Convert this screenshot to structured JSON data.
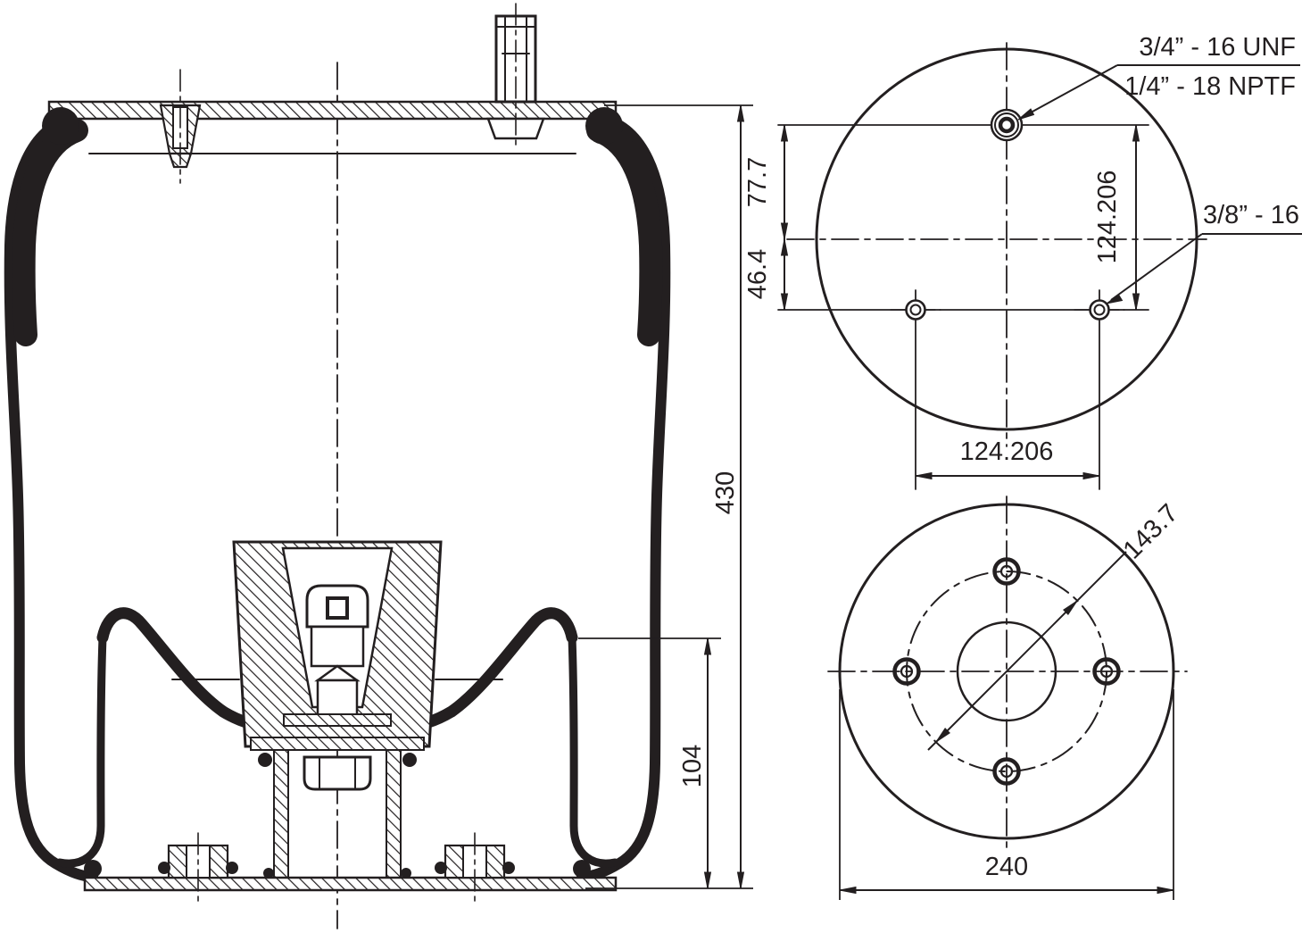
{
  "drawing": {
    "ink_color": "#231f20",
    "background_color": "#ffffff",
    "side_view": {
      "overall_height_dim": "430",
      "lobe_height_dim": "104"
    },
    "top_view": {
      "air_fitting_thread_label": "3/4” - 16 UNF",
      "air_port_thread_label": "1/4” - 18 NPTF",
      "mounting_stud_thread_label": "3/8” - 16",
      "port_offset_dim": "77.7",
      "stud_offset_dim": "46.4",
      "vertical_span_dim": "124.206",
      "stud_spacing_dim": "124.206"
    },
    "bottom_view": {
      "bolt_circle_dim": "143.7",
      "base_diameter_dim": "240"
    }
  }
}
